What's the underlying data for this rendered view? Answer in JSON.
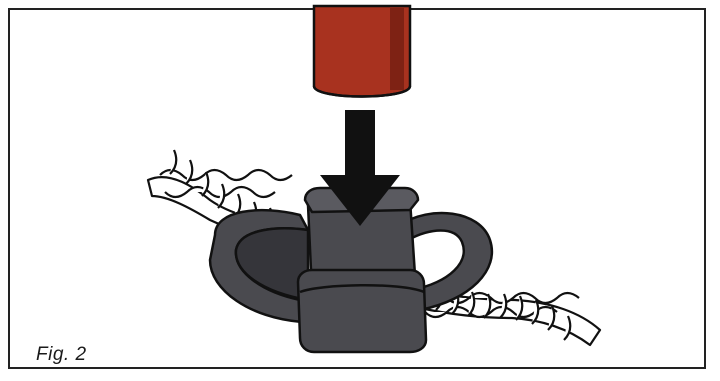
{
  "figure": {
    "label": "Fig. 2"
  },
  "colors": {
    "border": "#222222",
    "rod_fill": "#a8321f",
    "rod_shade": "#7e2214",
    "clamp_fill": "#4a4a4f",
    "clamp_shade": "#35353a",
    "arrow": "#111111",
    "rope": "#ffffff"
  },
  "icons": [
    "rod",
    "down-arrow",
    "clamp",
    "braided-rope"
  ]
}
